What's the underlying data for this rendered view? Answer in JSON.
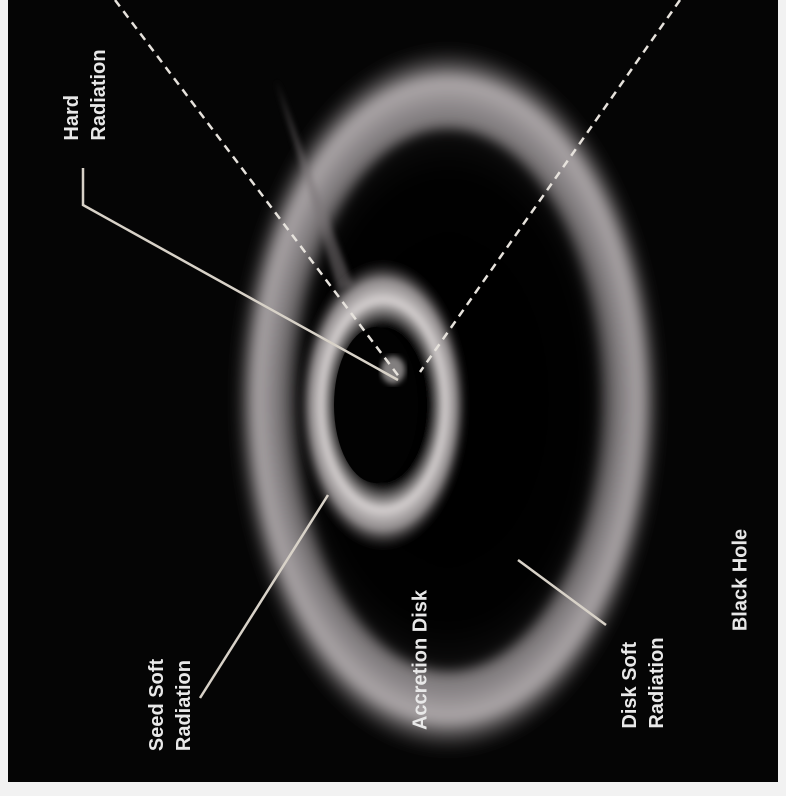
{
  "labels": {
    "hard_radiation": [
      "Hard",
      "Radiation"
    ],
    "seed_soft_radiation": [
      "Seed Soft",
      "Radiation"
    ],
    "accretion_disk": "Accretion Disk",
    "disk_soft_radiation": [
      "Disk Soft",
      "Radiation"
    ],
    "black_hole": "Black Hole"
  },
  "colors": {
    "background": "#050505",
    "text": "#e8e8e8",
    "disk_glow": "#bdb7b9",
    "leader_line": "#d8d2c8"
  }
}
